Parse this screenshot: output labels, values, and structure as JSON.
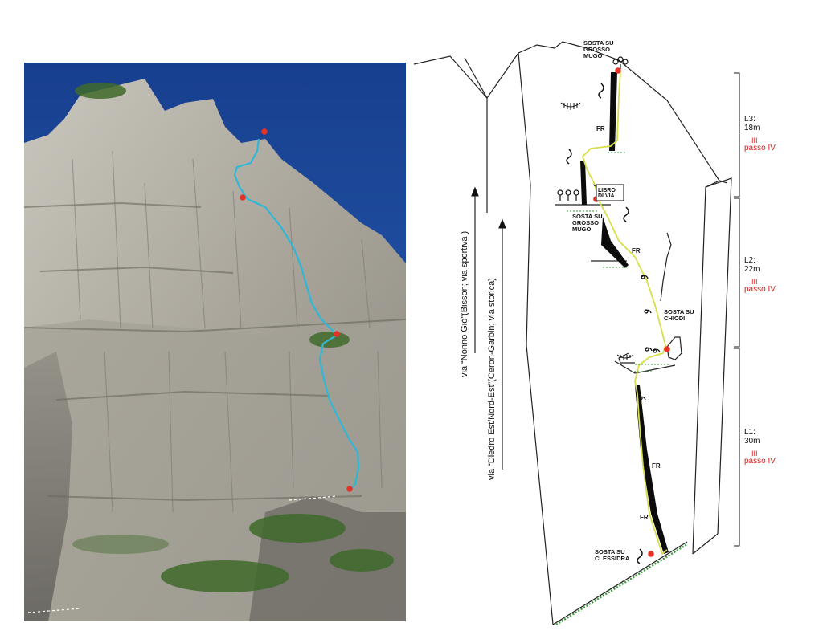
{
  "topo": {
    "belays": {
      "top": "SOSTA SU\nGROSSO\nMUGO",
      "mid": "SOSTA SU\nGROSSO\nMUGO",
      "chiodi": "SOSTA SU\nCHIODI",
      "bottom": "SOSTA SU\nCLESSIDRA"
    },
    "book_label": "LIBRO\nDI VIA",
    "fr_labels": [
      "FR",
      "FR",
      "FR",
      "FR"
    ],
    "pitches": [
      {
        "name": "L3:",
        "length": "18m",
        "grade": "III",
        "note": "passo IV"
      },
      {
        "name": "L2:",
        "length": "22m",
        "grade": "III",
        "note": "passo IV"
      },
      {
        "name": "L1:",
        "length": "30m",
        "grade": "III",
        "note": "passo IV"
      }
    ],
    "routes": {
      "nonno_gio": "via “Nonno Giò”(Bisson; via sportiva )",
      "diedro": "via “Diedro Est/Nord-Est”(Ceron-Garbin; via storica)"
    }
  },
  "colors": {
    "route_line": "#2fb7d6",
    "belay_dot": "#e53228",
    "grade_text": "#d62020",
    "ledge_grass": "#3a9a3a",
    "topo_route": "#d8de4a",
    "sky": "#1f4ea3"
  }
}
